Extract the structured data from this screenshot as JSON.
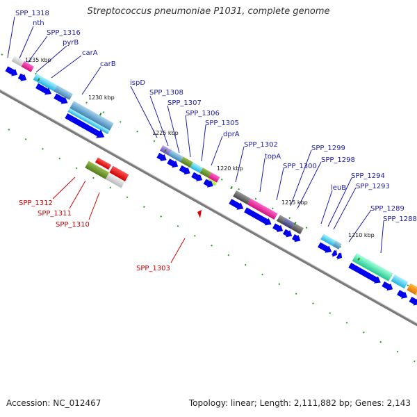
{
  "title": "Streptococcus pneumoniae P1031, complete genome",
  "accession": "Accession: NC_012467",
  "stats": "Topology: linear; Length: 2,111,882 bp; Genes: 2,143",
  "colors": {
    "cds_arrow": "#0000ee",
    "axis": "#888888",
    "tick": "#1a8a1a",
    "label_forward": "#1a1aa6",
    "label_reverse": "#cc0000"
  },
  "tick_labels": [
    "1235 kbp",
    "1230 kbp",
    "1225 kbp",
    "1220 kbp",
    "1215 kbp",
    "1210 kbp"
  ],
  "forward_labels": [
    "SPP_1318",
    "nth",
    "SPP_1316",
    "pyrB",
    "carA",
    "carB",
    "ispD",
    "SPP_1308",
    "SPP_1307",
    "SPP_1306",
    "SPP_1305",
    "dprA",
    "SPP_1302",
    "topA",
    "SPP_1300",
    "SPP_1299",
    "SPP_1298",
    "leuB",
    "SPP_1294",
    "SPP_1293",
    "SPP_1289",
    "SPP_1288"
  ],
  "reverse_labels": [
    "SPP_1312",
    "SPP_1311",
    "SPP_1310",
    "SPP_1303"
  ]
}
